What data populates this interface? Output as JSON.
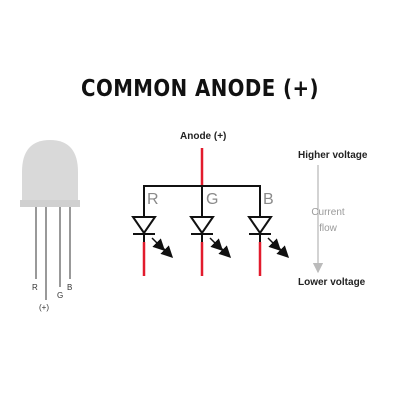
{
  "title": "COMMON ANODE (+)",
  "schematic": {
    "anode_label": "Anode (+)",
    "channels": [
      {
        "key": "r",
        "label": "R"
      },
      {
        "key": "g",
        "label": "G"
      },
      {
        "key": "b",
        "label": "B"
      }
    ]
  },
  "flow": {
    "higher": "Higher voltage",
    "current_line1": "Current",
    "current_line2": "flow",
    "lower": "Lower voltage"
  },
  "led_package": {
    "pin_r": "R",
    "pin_g": "G",
    "pin_b": "B",
    "pin_common": "(+)"
  },
  "colors": {
    "lead": "#e21b2d",
    "wire": "#111111",
    "led_body": "#d9d9d9",
    "arrow": "#bbbbbb"
  }
}
